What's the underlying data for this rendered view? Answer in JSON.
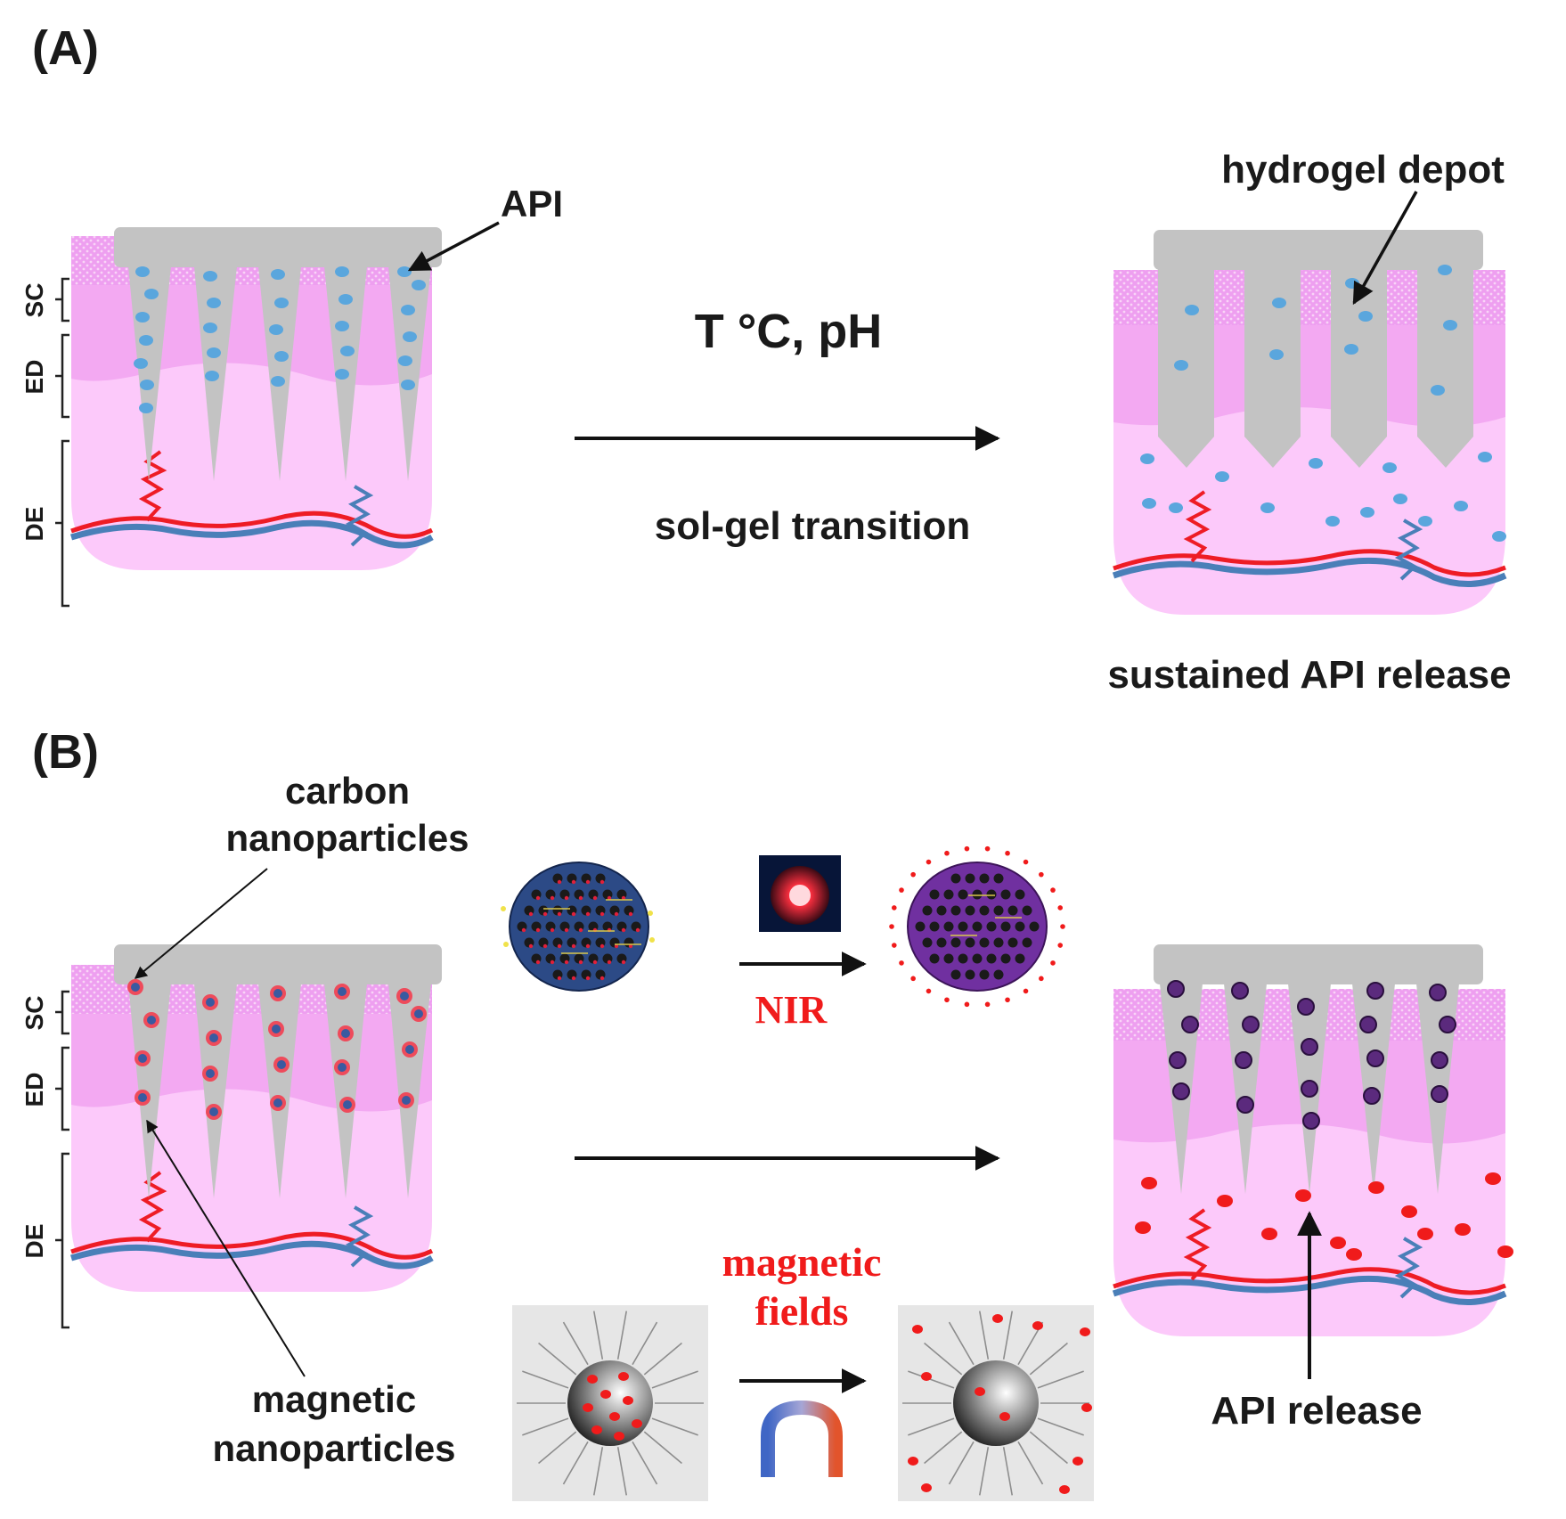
{
  "panel_a": {
    "label": "(A)",
    "api_label": "API",
    "condition_label": "T °C, pH",
    "transition_label": "sol-gel transition",
    "depot_label": "hydrogel depot",
    "release_label": "sustained API release"
  },
  "panel_b": {
    "label": "(B)",
    "carbon_label_line1": "carbon",
    "carbon_label_line2": "nanoparticles",
    "magnetic_label_line1": "magnetic",
    "magnetic_label_line2": "nanoparticles",
    "nir_label": "NIR",
    "field_label_line1": "magnetic",
    "field_label_line2": "fields",
    "release_label": "API release"
  },
  "skin_layers": [
    "SC",
    "ED",
    "DE"
  ],
  "colors": {
    "needle": "#c3c3c3",
    "skin_sc": "#ee9ff0",
    "skin_ed": "#f3a9f2",
    "skin_de": "#fcc9fa",
    "api_drop": "#5aa6dd",
    "red_vessel": "#ee1c25",
    "blue_vessel": "#4a7fb8",
    "release_red": "#f01b1b",
    "carbon_np": "#2c4a86",
    "heated_np": "#7030a0"
  }
}
